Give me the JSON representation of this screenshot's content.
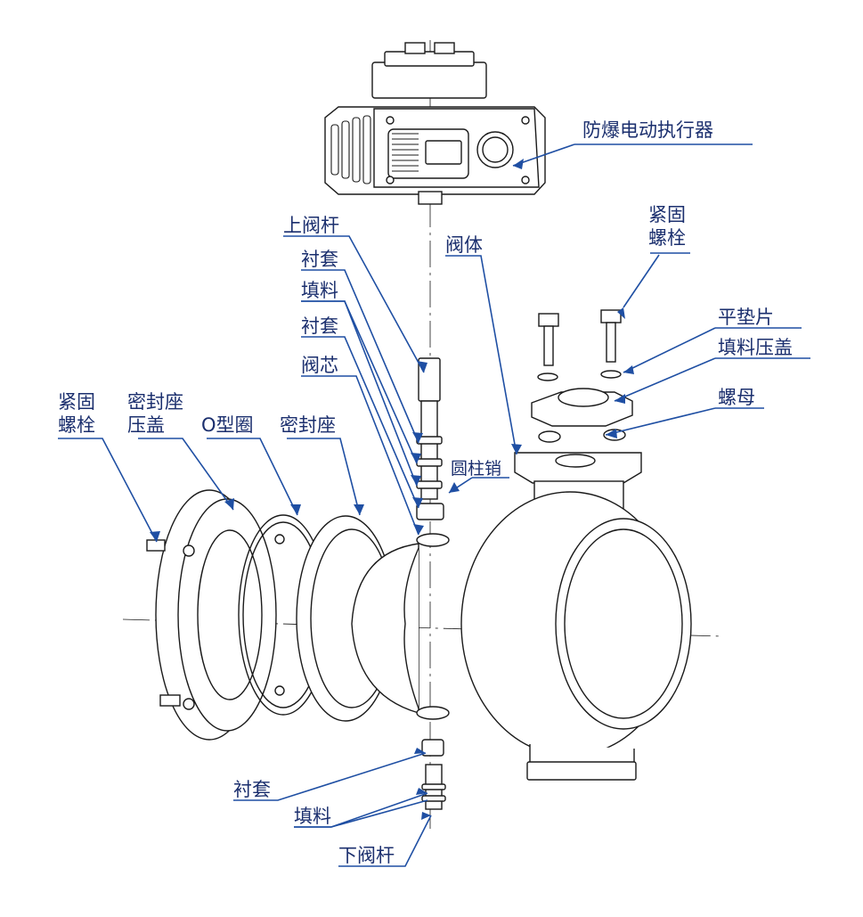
{
  "labels": {
    "actuator": "防爆电动执行器",
    "upper_stem": "上阀杆",
    "bushing_top1": "衬套",
    "packing_top": "填料",
    "bushing_top2": "衬套",
    "valve_core": "阀芯",
    "valve_body": "阀体",
    "fastening_bolt_right_l1": "紧固",
    "fastening_bolt_right_l2": "螺栓",
    "flat_washer": "平垫片",
    "packing_gland": "填料压盖",
    "nut": "螺母",
    "cylinder_pin": "圆柱销",
    "fastening_bolt_left_l1": "紧固",
    "fastening_bolt_left_l2": "螺栓",
    "seal_seat_gland_l1": "密封座",
    "seal_seat_gland_l2": "压盖",
    "o_ring": "O型圈",
    "seal_seat": "密封座",
    "bushing_bottom": "衬套",
    "packing_bottom": "填料",
    "lower_stem": "下阀杆"
  },
  "colors": {
    "label_text": "#1b2f6e",
    "leader_line": "#1f4fa3",
    "drawing_line": "#1a1a1a"
  }
}
